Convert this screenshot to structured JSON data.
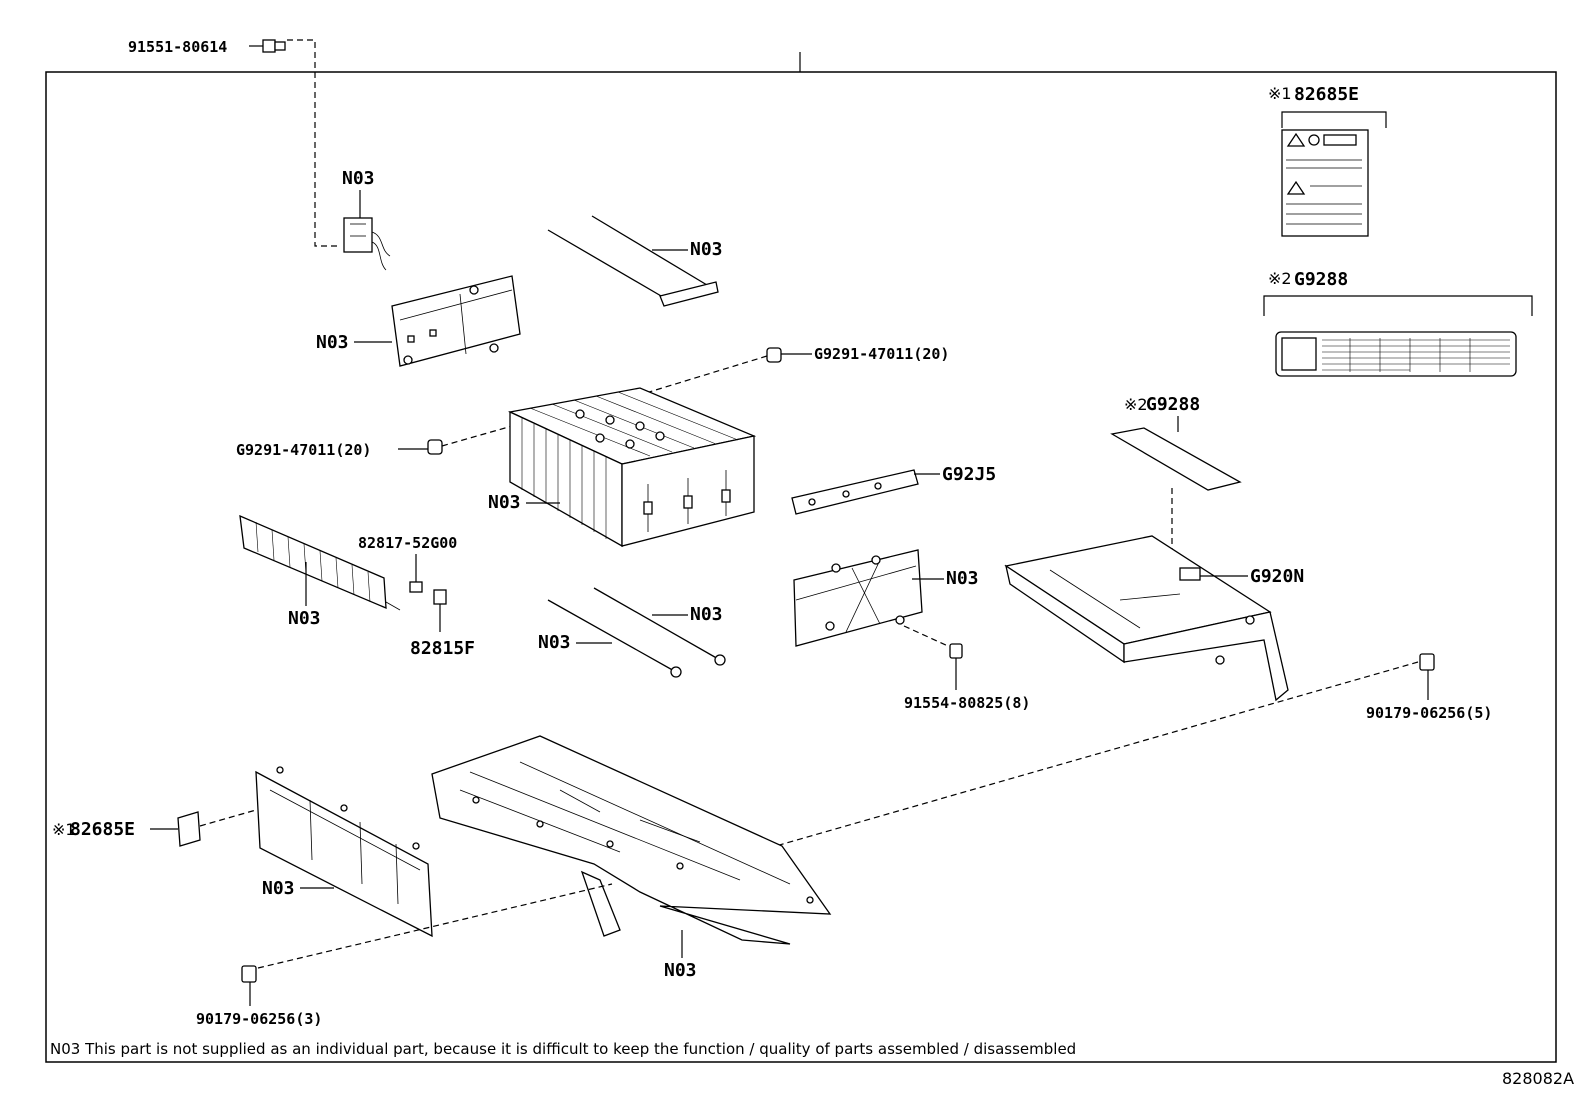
{
  "title": "G9510",
  "labels": {
    "bolt_top": "91551-80614",
    "n03_connector": "N03",
    "n03_rod_top": "N03",
    "n03_bracket_left": "N03",
    "clip_right": "G9291-47011(20)",
    "clip_left": "G9291-47011(20)",
    "n03_battery": "N03",
    "g92j5": "G92J5",
    "n03_busbar": "N03",
    "sensor_a": "82817-52G00",
    "sensor_b": "82815F",
    "n03_rod_bot_r": "N03",
    "n03_rod_bot_l": "N03",
    "n03_bracket_right": "N03",
    "g920n": "G920N",
    "bolt_mid": "91554-80825(8)",
    "nut_right": "90179-06256(5)",
    "label_left": "82685E",
    "label_left_mark": "※1",
    "n03_plate": "N03",
    "n03_frame": "N03",
    "nut_left": "90179-06256(3)",
    "inset1_mark": "※1",
    "inset1_part": "82685E",
    "inset2_mark": "※2",
    "inset2_part": "G9288",
    "g9288_mark": "※2",
    "g9288_part": "G9288",
    "footnote": "N03 This part is not supplied as an individual part, because it is difficult to keep the function / quality of parts assembled / disassembled",
    "ref_number": "828082A"
  }
}
